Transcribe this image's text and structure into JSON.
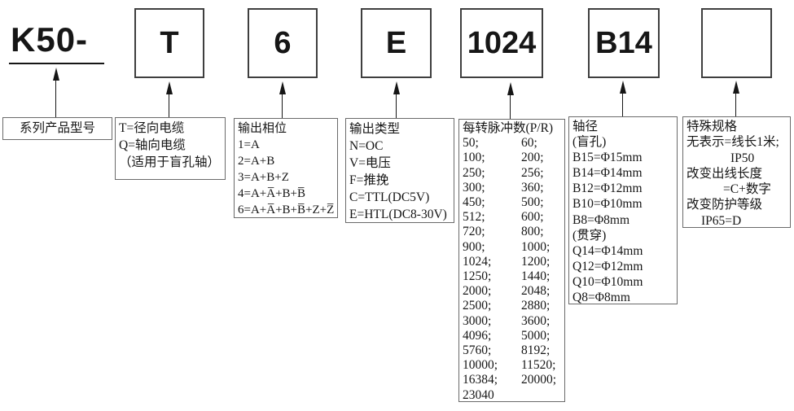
{
  "colors": {
    "ink": "#161616",
    "box_border": "#3f3f3f",
    "desc_border": "#6a6a6a",
    "background": "#ffffff"
  },
  "model": {
    "prefix": "K50-"
  },
  "codes": {
    "cable": "T",
    "phase": "6",
    "output_type": "E",
    "pulses": "1024",
    "shaft": "B14",
    "special": ""
  },
  "desc": {
    "series": {
      "lines": [
        "系列产品型号"
      ]
    },
    "cable": {
      "lines": [
        "T=径向电缆",
        "Q=轴向电缆",
        "（适用于盲孔轴）"
      ]
    },
    "phase": {
      "lines": [
        "输出相位",
        "1=A",
        "2=A+B",
        "3=A+B+Z",
        "4=A+A̅+B+B̅",
        "6=A+A̅+B+B̅+Z+Z̅"
      ]
    },
    "output_type": {
      "lines": [
        "输出类型",
        "N=OC",
        "V=电压",
        "F=推挽",
        "C=TTL(DC5V)",
        "E=HTL(DC8-30V)"
      ]
    },
    "pulses": {
      "title": "每转脉冲数(P/R)",
      "rows": [
        {
          "a": "50;",
          "b": "60;"
        },
        {
          "a": "100;",
          "b": "200;"
        },
        {
          "a": "250;",
          "b": "256;"
        },
        {
          "a": "300;",
          "b": "360;"
        },
        {
          "a": "450;",
          "b": "500;"
        },
        {
          "a": "512;",
          "b": "600;"
        },
        {
          "a": "720;",
          "b": "800;"
        },
        {
          "a": "900;",
          "b": "1000;"
        },
        {
          "a": "1024;",
          "b": "1200;"
        },
        {
          "a": "1250;",
          "b": "1440;"
        },
        {
          "a": "2000;",
          "b": "2048;"
        },
        {
          "a": "2500;",
          "b": "2880;"
        },
        {
          "a": "3000;",
          "b": "3600;"
        },
        {
          "a": "4096;",
          "b": "5000;"
        },
        {
          "a": "5760;",
          "b": "8192;"
        },
        {
          "a": "10000;",
          "b": "11520;"
        },
        {
          "a": "16384;",
          "b": "20000;"
        },
        {
          "a": "23040",
          "b": ""
        }
      ]
    },
    "shaft": {
      "lines": [
        "轴径",
        "(盲孔)",
        "B15=Φ15mm",
        "B14=Φ14mm",
        "B12=Φ12mm",
        "B10=Φ10mm",
        "B8=Φ8mm",
        "(贯穿)",
        "Q14=Φ14mm",
        "Q12=Φ12mm",
        "Q10=Φ10mm",
        "Q8=Φ8mm"
      ]
    },
    "special": {
      "lines": [
        "特殊规格",
        "无表示=线长1米;",
        {
          "t": "IP50",
          "ind": 54
        },
        "改变出线长度",
        {
          "t": "=C+数字",
          "ind": 45
        },
        "改变防护等级",
        {
          "t": "IP65=D",
          "ind": 18
        }
      ]
    }
  }
}
